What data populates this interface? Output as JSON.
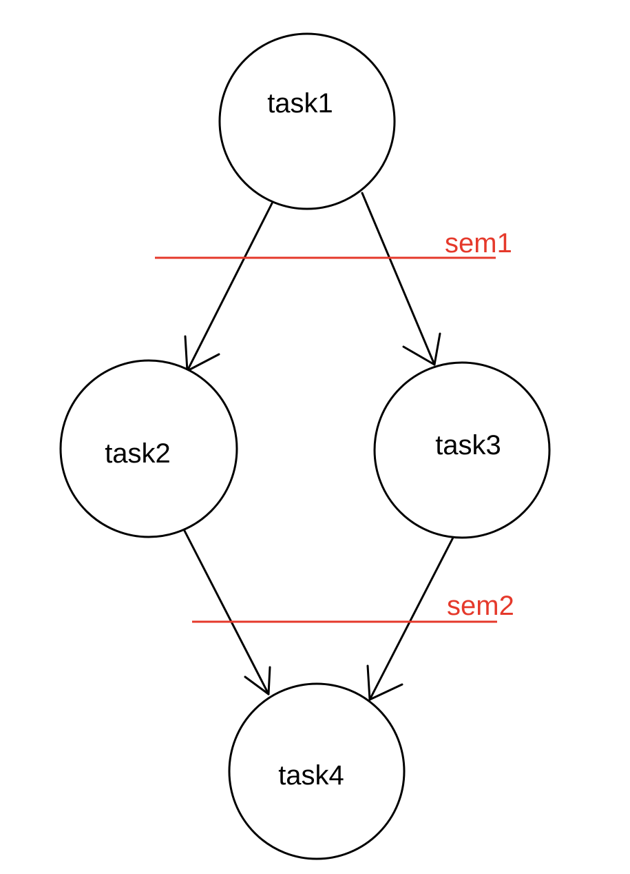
{
  "colors": {
    "node_stroke": "#000000",
    "semaphore": "#e5392b"
  },
  "nodes": [
    {
      "id": "task1",
      "label": "task1"
    },
    {
      "id": "task2",
      "label": "task2"
    },
    {
      "id": "task3",
      "label": "task3"
    },
    {
      "id": "task4",
      "label": "task4"
    }
  ],
  "edges": [
    {
      "from": "task1",
      "to": "task2"
    },
    {
      "from": "task1",
      "to": "task3"
    },
    {
      "from": "task2",
      "to": "task4"
    },
    {
      "from": "task3",
      "to": "task4"
    }
  ],
  "semaphores": [
    {
      "id": "sem1",
      "label": "sem1"
    },
    {
      "id": "sem2",
      "label": "sem2"
    }
  ]
}
